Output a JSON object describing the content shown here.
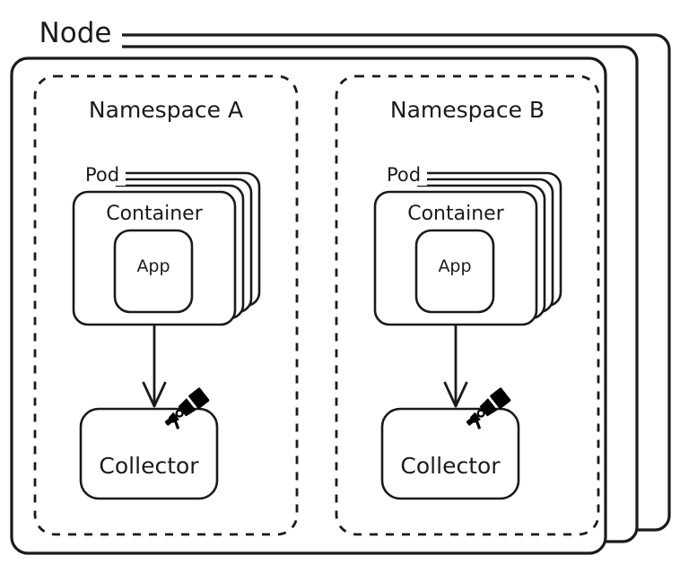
{
  "diagram": {
    "title": "Node",
    "type": "kubernetes-architecture-diagram",
    "node": {
      "label": "Node",
      "stack_count": 3,
      "border_style": "solid",
      "color": "#1a1a1a"
    },
    "namespaces": [
      {
        "label": "Namespace A",
        "border_style": "dashed",
        "pod": {
          "label": "Pod",
          "stack_count": 4,
          "container": {
            "label": "Container",
            "app": {
              "label": "App"
            }
          }
        },
        "collector": {
          "label": "Collector",
          "icon": "telescope-icon"
        },
        "arrow": {
          "from": "App",
          "to": "Collector",
          "direction": "down"
        }
      },
      {
        "label": "Namespace B",
        "border_style": "dashed",
        "pod": {
          "label": "Pod",
          "stack_count": 4,
          "container": {
            "label": "Container",
            "app": {
              "label": "App"
            }
          }
        },
        "collector": {
          "label": "Collector",
          "icon": "telescope-icon"
        },
        "arrow": {
          "from": "App",
          "to": "Collector",
          "direction": "down"
        }
      }
    ],
    "colors": {
      "stroke": "#1a1a1a",
      "background": "#ffffff",
      "icon": "#000000"
    }
  }
}
